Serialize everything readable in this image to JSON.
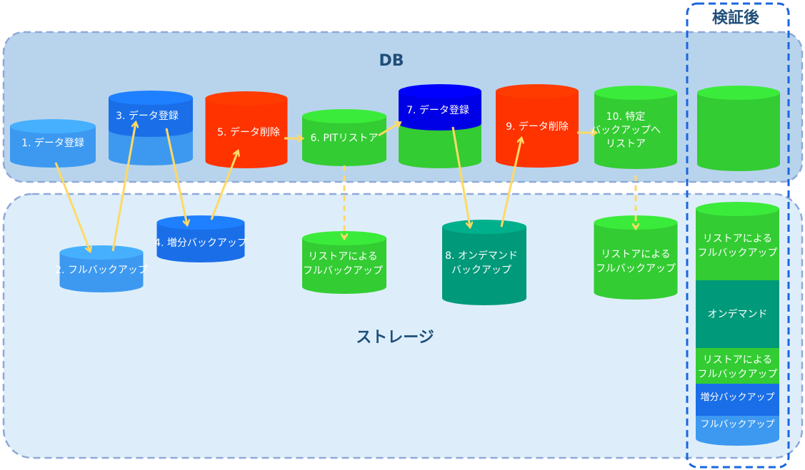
{
  "regions": {
    "db_label": "DB",
    "storage_label": "ストレージ",
    "after_verification_label": "検証後"
  },
  "steps": {
    "s1": [
      "1. データ登録"
    ],
    "s2": [
      "2. フルバックアップ"
    ],
    "s3": [
      "3. データ登録"
    ],
    "s4": [
      "4. 増分バックアップ"
    ],
    "s5": [
      "5. データ削除"
    ],
    "s6": [
      "6. PITリストア"
    ],
    "s7": [
      "7. データ登録"
    ],
    "s8": [
      "8. オンデマンド",
      "バックアップ"
    ],
    "s9": [
      "9. データ削除"
    ],
    "s10": [
      "10. 特定",
      "バックアップへ",
      "リストア"
    ],
    "restore_backup_a": [
      "リストアによる",
      "フルバックアップ"
    ],
    "restore_backup_b": [
      "リストアによる",
      "フルバックアップ"
    ]
  },
  "verification_stack": {
    "restore_full_top": [
      "リストアによる",
      "フルバックアップ"
    ],
    "ondemand": [
      "オンデマンド"
    ],
    "restore_full_mid": [
      "リストアによる",
      "フルバックアップ"
    ],
    "incremental": [
      "増分バックアップ"
    ],
    "full": [
      "フルバックアップ"
    ]
  },
  "colors": {
    "light_blue": "#3d99f0",
    "blue": "#1a6fe8",
    "dark_blue": "#0000e6",
    "red": "#ff3300",
    "green": "#33cc33",
    "teal": "#00997a",
    "arrow": "#ffd966",
    "db_panel": "#b8d4ec",
    "storage_panel": "#ddeefa",
    "dash_border": "#8fa8d8",
    "verify_border": "#1a66e0"
  }
}
